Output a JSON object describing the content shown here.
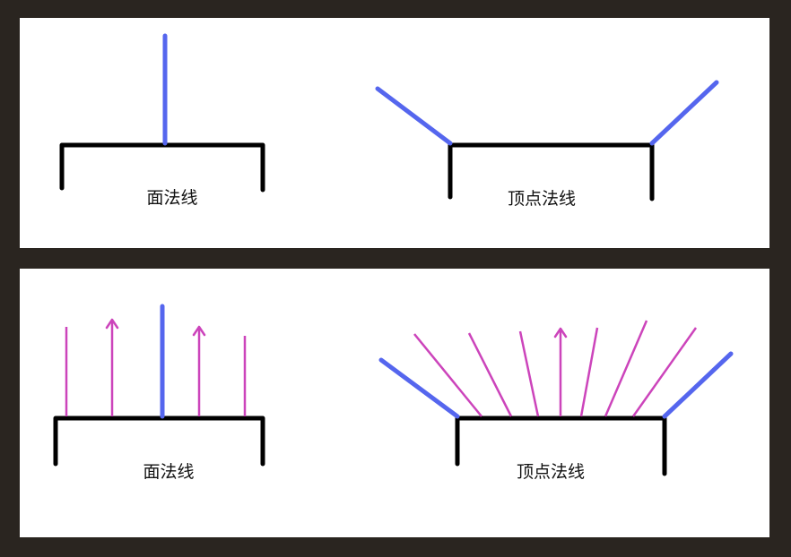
{
  "colors": {
    "background": "#2a2520",
    "panel": "#ffffff",
    "surface": "#000000",
    "normal": "#5566ee",
    "interpolated_normal": "#cc44bb"
  },
  "top_panel": {
    "face_normal_label": "面法线",
    "vertex_normal_label": "顶点法线"
  },
  "bottom_panel": {
    "face_normal_label": "面法线",
    "vertex_normal_label": "顶点法线"
  }
}
